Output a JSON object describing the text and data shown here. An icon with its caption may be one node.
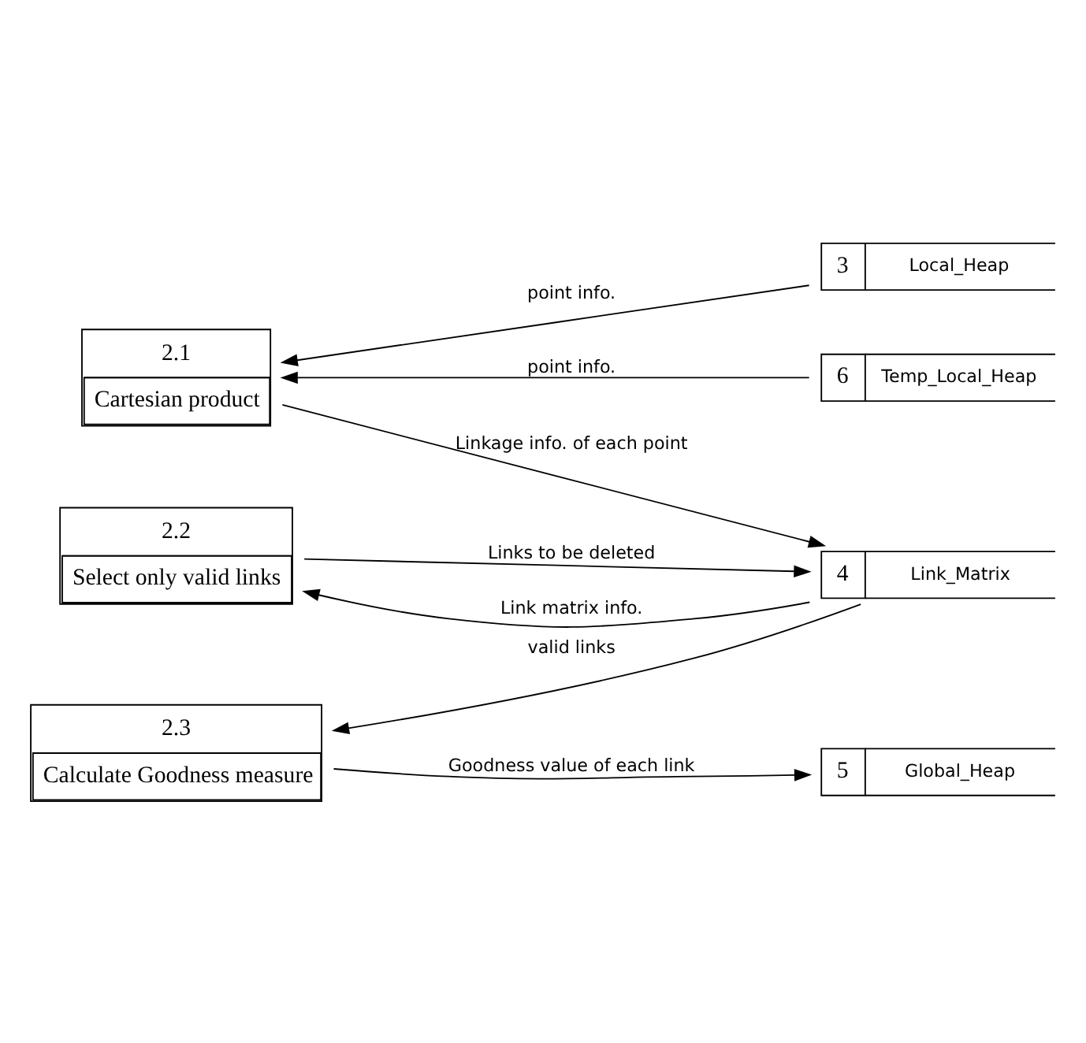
{
  "diagram": {
    "nodes": [
      {
        "text": [
          "2.1",
          "Cartesian product"
        ]
      },
      {
        "text": [
          "3",
          "Local_Heap"
        ]
      },
      {
        "text": [
          "6",
          "Temp_Local_Heap"
        ]
      },
      {
        "text": [
          "2.2",
          "Select only valid links"
        ]
      },
      {
        "text": [
          "4",
          "Link_Matrix"
        ]
      },
      {
        "text": [
          "2.3",
          "Calculate Goodness measure"
        ]
      },
      {
        "text": [
          "5",
          "Global_Heap"
        ]
      }
    ],
    "edges": [
      {
        "from": 1,
        "to": 0,
        "arrow": "to",
        "label": "point info."
      },
      {
        "from": 2,
        "to": 0,
        "arrow": "to",
        "label": "point info."
      },
      {
        "from": 0,
        "to": 4,
        "arrow": "to",
        "label": "Linkage info. of each point"
      },
      {
        "from": 4,
        "to": 3,
        "arrow": "to",
        "label": "Link matrix info."
      },
      {
        "from": 3,
        "to": 4,
        "arrow": "to",
        "label": "Links to be deleted"
      },
      {
        "from": 4,
        "to": 5,
        "arrow": "to",
        "label": "valid links"
      },
      {
        "from": 5,
        "to": 6,
        "arrow": "to",
        "label": "Goodness value of each link"
      }
    ]
  }
}
